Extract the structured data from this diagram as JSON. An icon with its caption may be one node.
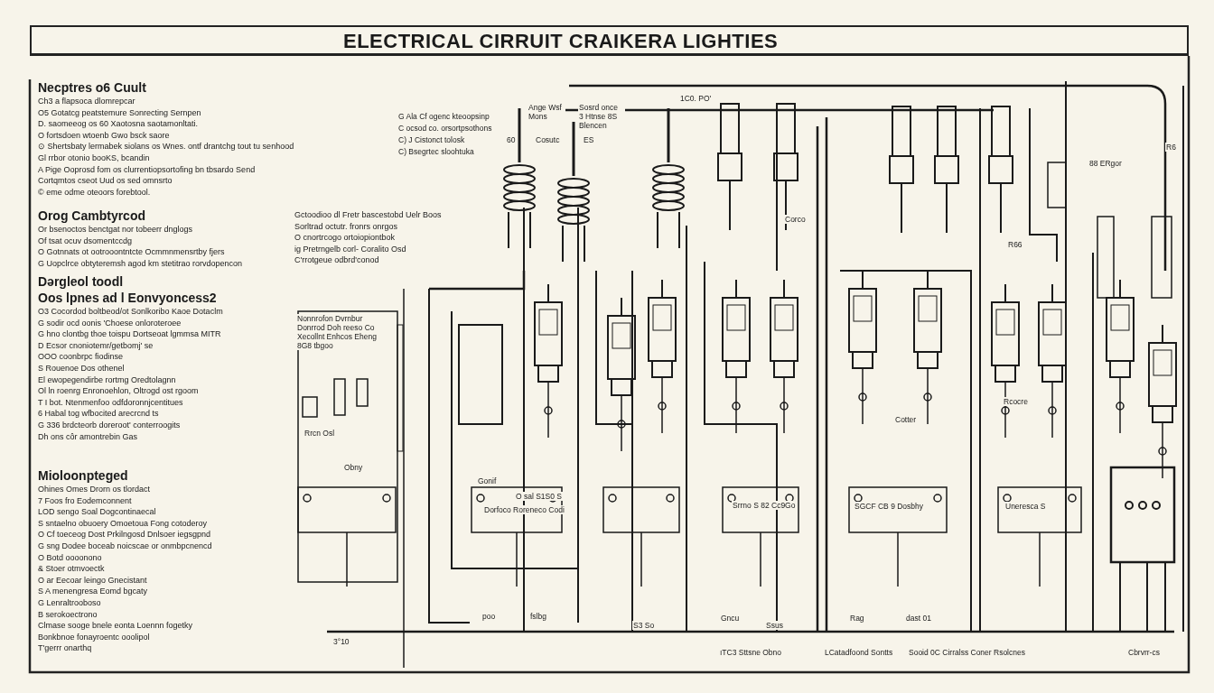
{
  "diagram": {
    "title": "ELECTRICAL CIRRUIT CRAIKERA LIGHTIES",
    "labels": [
      "Necptres o6 Cuult",
      "Ch3 a flapsoca dlomrepcar",
      "O5 Gotatcg peatstemure Sonrecting Sernpen",
      "D. saomeeog os 60 Xaotosna saotamonltati.",
      "O fortsdoen wtoenb Gwo bsck saore",
      "⊙ Shertsbaty lermabek siolans os Wnes. ontf drantchg tout tu senhood",
      "Gl rrbor otonio booKS, bcandin",
      "A Pige Ooprosd fom os clurrentiopsortofing bn tbsardo Send",
      "Cortqmtos cseot Uud os sed omnsrto",
      "© eme odme oteoors forebtool.",
      "Orog Cambtyrcod",
      "Or bsenoctos benctgat nor tobeerr dnglogs",
      "Of tsat ocuv dsomentccdg",
      "O Gotnnats ot ootrooontntcte Ocmmnmensrtby fjers",
      "G Uopclrce obtyteremsh agod km stetitrao rorvdopencon",
      "Dərgleol toodl",
      "Oos lpnes ad l Eonvyoncess2",
      "O3 Cocordod boltbeod/ot Sonlkoribo Kaoe Dotaclm",
      "G sodir ocd oonis 'Choese onloroteroee",
      "G hno clontbg thoe toispu Dortseoat lgmmsa MITR",
      "D Ecsor cnoniotemr/getbomj' se",
      "OOO coonbrpc fiodinse",
      "S Rouenoe Dos othenel",
      "El ewopegendirbe rortmg Oredtolagnn",
      "Ol ln roenrg Enronoehlon, Oltrogd ost rgoom",
      "T I bot. Ntenmenfoo odfdoronnjcentitues",
      "6 Habal tog wfbocited arecrcnd ts",
      "G 336 brdcteorb doreroot' conterroogits",
      "Dh ons côr amontrebin Gas",
      "Mioloonpteged",
      "Ohines Omes Drorn os tlordact",
      "7 Foos fro Eodemconnent",
      "LOD sengo Soal Dogcontinaecal",
      "S sntaelno obuoery Omoetoua Fong cotoderoy",
      "O Cf toeceog Dost Prkilngosd Dnlsoer iegsgpnd",
      "G sng Dodee boceab noicscae or onmbpcnencd",
      "O Botd oooonono",
      "& Stoer otmvoectk",
      "O ar Eecoar leingo Gnecistant",
      "S A menengresa Eomd bgcaty",
      "G Lenraltrooboso",
      "B serokoectrono",
      "Clmase sooge bnele eonta Loennn fogetky",
      "Bonkbnoe fonayroentc ooolipol",
      "T'gerrr onarthq",
      "Gctoodioo dl Fretr bascestobd Uelr Boos",
      "Sorltrad octutr. fronrs onrgos",
      "O cnortrcogo ortoiopiontbok",
      "ig Pretrngelb corl- Coralito Osd",
      "C'rrotgeue odbrd'conod",
      "G Ala Cf ogenc kteoopsinp",
      "C ocsod co. orsortpsothons",
      "C) J Cistonct tolosk",
      "C) Bsegrtec sloohtuka",
      "60",
      "Ange Wsf Mons",
      "Cosutc",
      "Sosrd once 3 Htnse 8S Blencen",
      "ES",
      "1C0. PO'",
      "Corco",
      "R66",
      "88 ERgor",
      "R6",
      "Nonnrofon Dvrnbur Donrrod Doh reeso Co Xecollnt Enhcos Eheng 8G8 tbgoo",
      "Rrcn Osl",
      "Obny",
      "3°10",
      "Gonif",
      "Dorfoco Roreneco Codi",
      "O sal S1S0 S",
      "Srrno S 82 Cc9Go",
      "SGCF CB 9 Dosbhy",
      "Uneresca S",
      "Rcocre",
      "poo",
      "fslbg",
      "Cotter",
      "S3 So",
      "Gncu",
      "Ssus",
      "Rag",
      "dast 01",
      "ıTC3 Sttsne Obno",
      "LCatadfoond Sontts",
      "Sooid 0C Cirralss Coner Rsolcnes",
      "Cbrvrr-cs"
    ]
  }
}
